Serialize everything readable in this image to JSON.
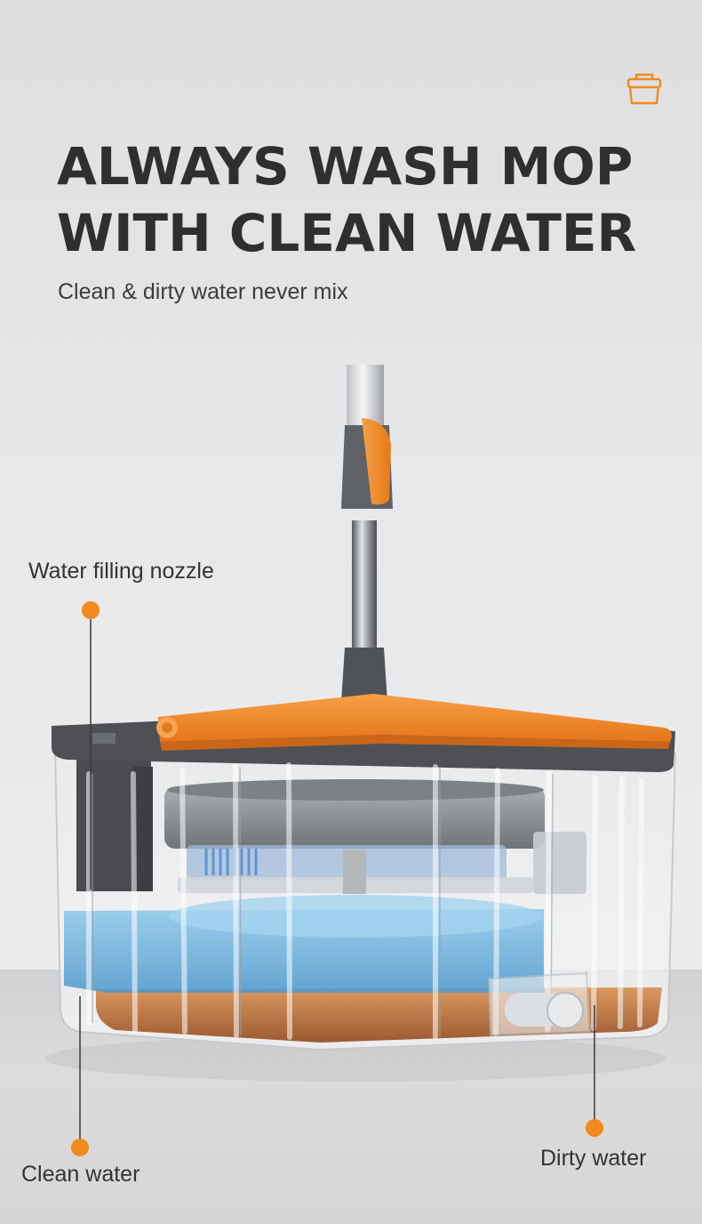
{
  "headline": {
    "line1": "ALWAYS WASH MOP",
    "line2": "WITH CLEAN WATER"
  },
  "subtitle": "Clean & dirty water never mix",
  "callouts": {
    "nozzle": "Water filling nozzle",
    "clean": "Clean water",
    "dirty": "Dirty water"
  },
  "colors": {
    "accent": "#f28a1e",
    "text": "#2f2f31",
    "clean_water": "#5aa9d8",
    "dirty_water": "#b0541a"
  },
  "icons": {
    "brand": "bucket-icon"
  }
}
